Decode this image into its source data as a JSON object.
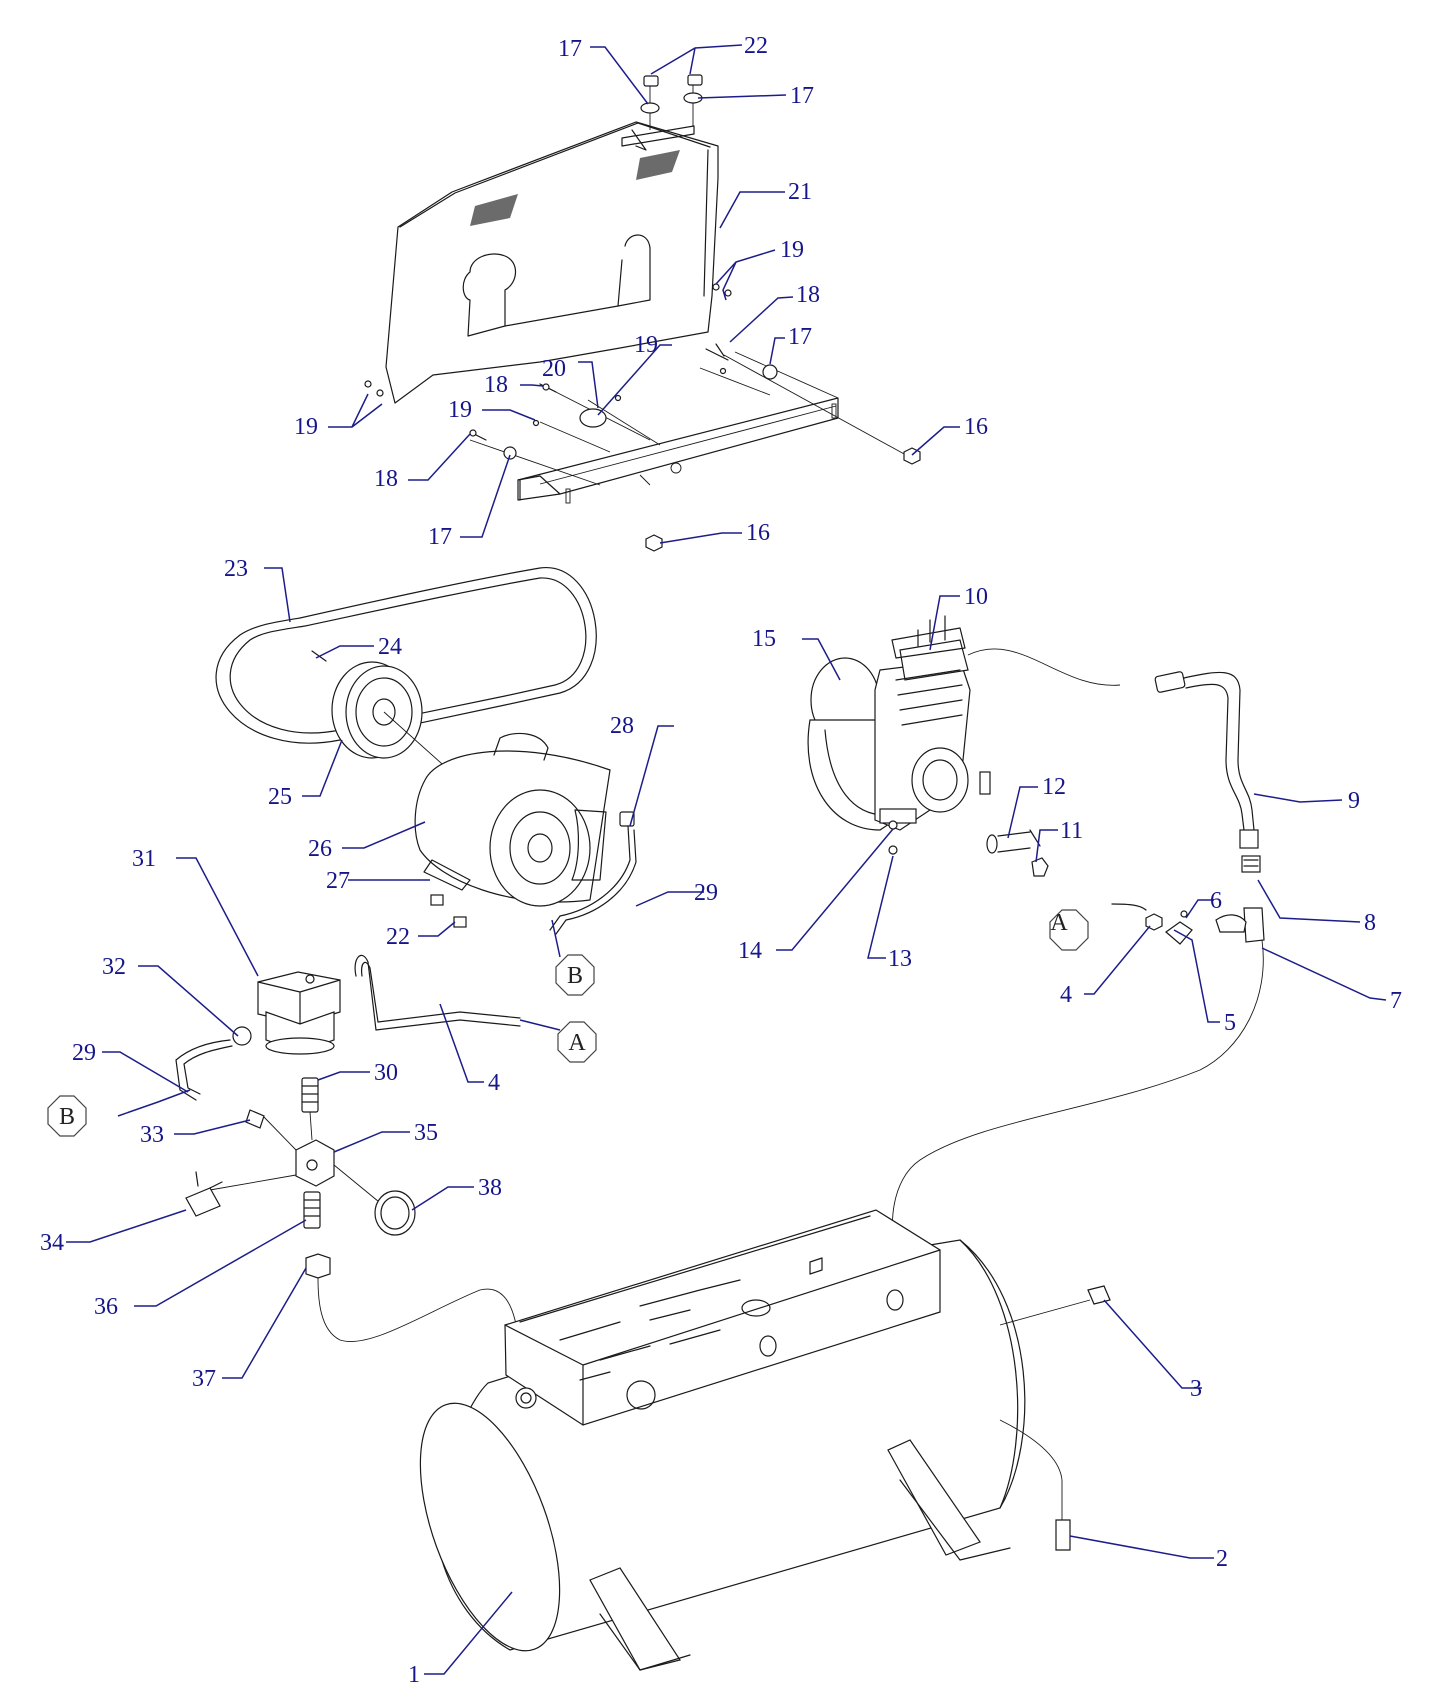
{
  "callouts": [
    {
      "id": "c17a",
      "text": "17"
    },
    {
      "id": "c22a",
      "text": "22"
    },
    {
      "id": "c17b",
      "text": "17"
    },
    {
      "id": "c21",
      "text": "21"
    },
    {
      "id": "c19a",
      "text": "19"
    },
    {
      "id": "c18a",
      "text": "18"
    },
    {
      "id": "c17c",
      "text": "17"
    },
    {
      "id": "c19b",
      "text": "19"
    },
    {
      "id": "c20",
      "text": "20"
    },
    {
      "id": "c18b",
      "text": "18"
    },
    {
      "id": "c19c",
      "text": "19"
    },
    {
      "id": "c19d",
      "text": "19"
    },
    {
      "id": "c16a",
      "text": "16"
    },
    {
      "id": "c18c",
      "text": "18"
    },
    {
      "id": "c17d",
      "text": "17"
    },
    {
      "id": "c16b",
      "text": "16"
    },
    {
      "id": "c23",
      "text": "23"
    },
    {
      "id": "c24",
      "text": "24"
    },
    {
      "id": "c25",
      "text": "25"
    },
    {
      "id": "c26",
      "text": "26"
    },
    {
      "id": "c27",
      "text": "27"
    },
    {
      "id": "c28",
      "text": "28"
    },
    {
      "id": "c29a",
      "text": "29"
    },
    {
      "id": "c22b",
      "text": "22"
    },
    {
      "id": "c10",
      "text": "10"
    },
    {
      "id": "c15",
      "text": "15"
    },
    {
      "id": "c12",
      "text": "12"
    },
    {
      "id": "c11",
      "text": "11"
    },
    {
      "id": "c9",
      "text": "9"
    },
    {
      "id": "c14",
      "text": "14"
    },
    {
      "id": "c13",
      "text": "13"
    },
    {
      "id": "c6",
      "text": "6"
    },
    {
      "id": "c8",
      "text": "8"
    },
    {
      "id": "c7",
      "text": "7"
    },
    {
      "id": "c4a",
      "text": "4"
    },
    {
      "id": "c5",
      "text": "5"
    },
    {
      "id": "c31",
      "text": "31"
    },
    {
      "id": "c32",
      "text": "32"
    },
    {
      "id": "c29b",
      "text": "29"
    },
    {
      "id": "c30",
      "text": "30"
    },
    {
      "id": "c4b",
      "text": "4"
    },
    {
      "id": "c33",
      "text": "33"
    },
    {
      "id": "c35",
      "text": "35"
    },
    {
      "id": "c34",
      "text": "34"
    },
    {
      "id": "c38",
      "text": "38"
    },
    {
      "id": "c36",
      "text": "36"
    },
    {
      "id": "c37",
      "text": "37"
    },
    {
      "id": "c3",
      "text": "3"
    },
    {
      "id": "c2",
      "text": "2"
    },
    {
      "id": "c1",
      "text": "1"
    }
  ],
  "refmarks": [
    {
      "id": "rA1",
      "text": "A"
    },
    {
      "id": "rB1",
      "text": "B"
    },
    {
      "id": "rA2",
      "text": "A"
    },
    {
      "id": "rB2",
      "text": "B"
    }
  ]
}
